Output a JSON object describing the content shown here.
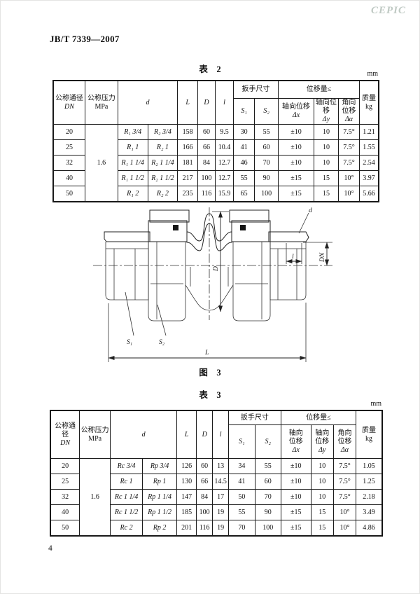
{
  "page": {
    "watermark": "CEPIC",
    "doc_number": "JB/T 7339—2007",
    "page_number": "4"
  },
  "table2": {
    "caption": "表　2",
    "unit": "mm",
    "header": {
      "dn_line1": "公称通径",
      "dn_line2": "DN",
      "pressure_line1": "公称压力",
      "pressure_line2": "MPa",
      "d": "d",
      "L": "L",
      "D": "D",
      "l": "l",
      "wrench": "扳手尺寸",
      "s1": "S₁",
      "s2": "S₂",
      "disp": "位移量≤",
      "dx_line1": "轴向位移",
      "dx_sym": "Δx",
      "dy_line1": "轴向位移",
      "dy_sym": "Δy",
      "da_line1": "角向位移",
      "da_sym": "Δα",
      "mass_line1": "质量",
      "mass_line2": "kg"
    },
    "pressure_value": "1.6",
    "rows": [
      [
        "20",
        "R₁ 3/4",
        "R₂ 3/4",
        "158",
        "60",
        "9.5",
        "30",
        "55",
        "±10",
        "10",
        "7.5°",
        "1.21"
      ],
      [
        "25",
        "R₁ 1",
        "R₂ 1",
        "166",
        "66",
        "10.4",
        "41",
        "60",
        "±10",
        "10",
        "7.5°",
        "1.55"
      ],
      [
        "32",
        "R₁ 1 1/4",
        "R₂ 1 1/4",
        "181",
        "84",
        "12.7",
        "46",
        "70",
        "±10",
        "10",
        "7.5°",
        "2.54"
      ],
      [
        "40",
        "R₁ 1 1/2",
        "R₂ 1 1/2",
        "217",
        "100",
        "12.7",
        "55",
        "90",
        "±15",
        "15",
        "10°",
        "3.97"
      ],
      [
        "50",
        "R₁ 2",
        "R₂ 2",
        "235",
        "116",
        "15.9",
        "65",
        "100",
        "±15",
        "15",
        "10°",
        "5.66"
      ]
    ]
  },
  "figure": {
    "caption": "图　3",
    "labels": {
      "d": "d",
      "dn": "DN",
      "l": "l",
      "D": "D",
      "s1": "S₁",
      "s2": "S₂",
      "L": "L"
    }
  },
  "table3": {
    "caption": "表　3",
    "unit": "mm",
    "header": {
      "dn_line1": "公称通径",
      "dn_line2": "DN",
      "pressure_line1": "公称压力",
      "pressure_line2": "MPa",
      "d": "d",
      "L": "L",
      "D": "D",
      "l": "l",
      "wrench": "扳手尺寸",
      "s1": "S₁",
      "s2": "S₂",
      "disp": "位移量≤",
      "dx_line1": "轴向",
      "dx_line2": "位移",
      "dx_sym": "Δx",
      "dy_line1": "轴向",
      "dy_line2": "位移",
      "dy_sym": "Δy",
      "da_line1": "角向",
      "da_line2": "位移",
      "da_sym": "Δα",
      "mass_line1": "质量",
      "mass_line2": "kg"
    },
    "pressure_value": "1.6",
    "rows": [
      [
        "20",
        "Rc 3/4",
        "Rp 3/4",
        "126",
        "60",
        "13",
        "34",
        "55",
        "±10",
        "10",
        "7.5°",
        "1.05"
      ],
      [
        "25",
        "Rc 1",
        "Rp 1",
        "130",
        "66",
        "14.5",
        "41",
        "60",
        "±10",
        "10",
        "7.5°",
        "1.25"
      ],
      [
        "32",
        "Rc 1 1/4",
        "Rp 1 1/4",
        "147",
        "84",
        "17",
        "50",
        "70",
        "±10",
        "10",
        "7.5°",
        "2.18"
      ],
      [
        "40",
        "Rc 1 1/2",
        "Rp 1 1/2",
        "185",
        "100",
        "19",
        "55",
        "90",
        "±15",
        "15",
        "10°",
        "3.49"
      ],
      [
        "50",
        "Rc 2",
        "Rp 2",
        "201",
        "116",
        "19",
        "70",
        "100",
        "±15",
        "15",
        "10°",
        "4.86"
      ]
    ]
  }
}
